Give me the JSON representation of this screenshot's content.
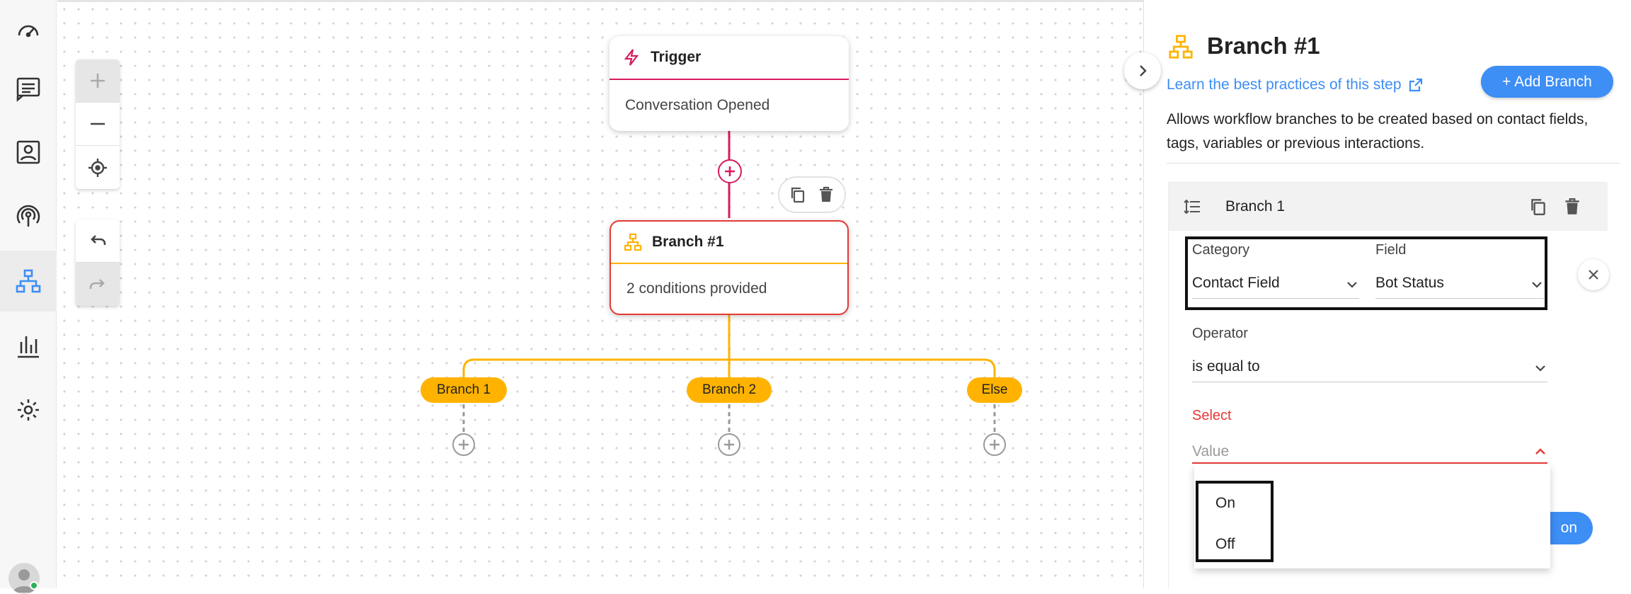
{
  "nav": {
    "items": [
      {
        "name": "dashboard-icon"
      },
      {
        "name": "messages-icon"
      },
      {
        "name": "contacts-icon"
      },
      {
        "name": "broadcast-icon"
      },
      {
        "name": "workflows-icon",
        "active": true
      },
      {
        "name": "reports-icon"
      },
      {
        "name": "settings-icon"
      }
    ]
  },
  "colors": {
    "accent": "#3d8ef5",
    "trigger": "#d81b60",
    "branch": "#ffb300",
    "error": "#e53935"
  },
  "canvas": {
    "trigger_node": {
      "title": "Trigger",
      "subtitle": "Conversation Opened"
    },
    "branch_node": {
      "title": "Branch #1",
      "subtitle": "2 conditions provided"
    },
    "branch_pills": [
      "Branch 1",
      "Branch 2",
      "Else"
    ]
  },
  "panel": {
    "title": "Branch #1",
    "learn_link": "Learn the best practices of this step",
    "add_branch_label": "+ Add Branch",
    "description": "Allows workflow branches to be created based on contact fields, tags, variables or previous interactions.",
    "branch_card": {
      "title": "Branch 1",
      "category_label": "Category",
      "category_value": "Contact Field",
      "field_label": "Field",
      "field_value": "Bot Status",
      "operator_label": "Operator",
      "operator_value": "is equal to",
      "select_label": "Select",
      "value_placeholder": "Value",
      "dropdown_options": [
        "On",
        "Off"
      ],
      "hidden_button_label": "on"
    }
  }
}
